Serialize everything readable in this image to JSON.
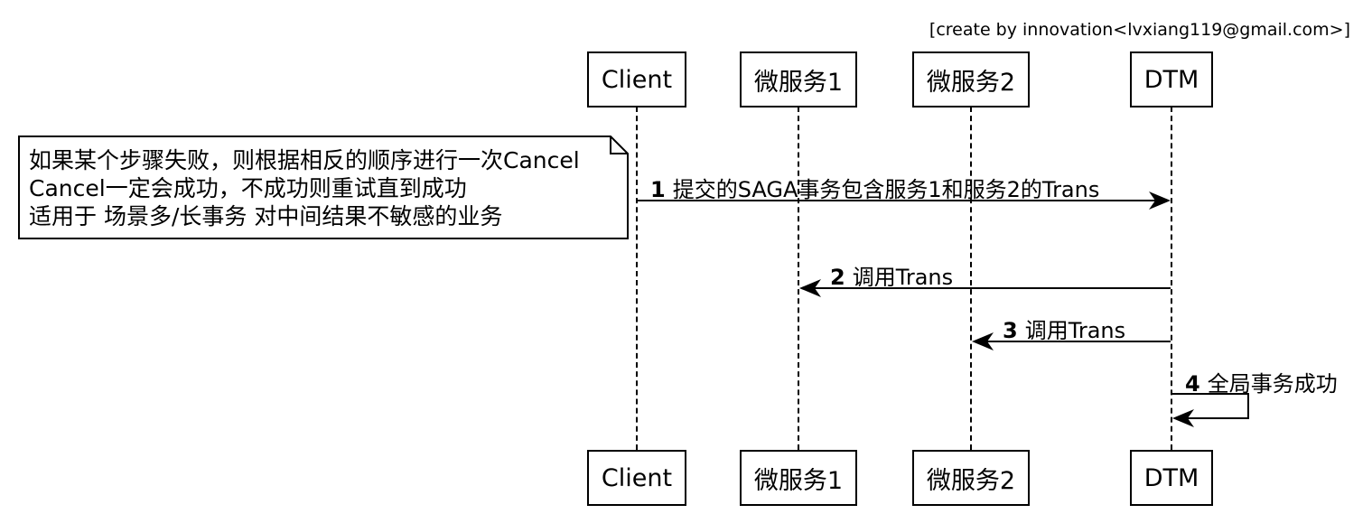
{
  "credit": "[create by innovation<lvxiang119@gmail.com>]",
  "participants": [
    "Client",
    "微服务1",
    "微服务2",
    "DTM"
  ],
  "note": {
    "lines": [
      "如果某个步骤失败，则根据相反的顺序进行一次Cancel",
      "Cancel一定会成功，不成功则重试直到成功",
      "适用于 场景多/长事务 对中间结果不敏感的业务"
    ]
  },
  "messages": [
    {
      "num": "1",
      "text": "提交的SAGA事务包含服务1和服务2的Trans",
      "from": "Client",
      "to": "DTM"
    },
    {
      "num": "2",
      "text": "调用Trans",
      "from": "DTM",
      "to": "微服务1"
    },
    {
      "num": "3",
      "text": "调用Trans",
      "from": "DTM",
      "to": "微服务2"
    },
    {
      "num": "4",
      "text": "全局事务成功",
      "from": "DTM",
      "to": "DTM"
    }
  ]
}
